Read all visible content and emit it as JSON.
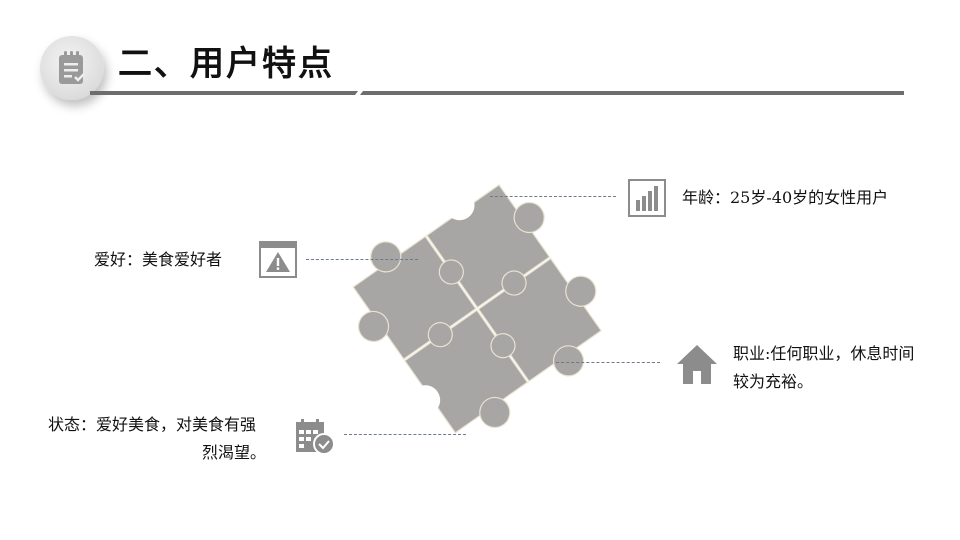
{
  "header": {
    "title": "二、用户特点",
    "icon": "notepad-check-icon"
  },
  "features": {
    "age": {
      "text": "年龄：25岁-40岁的女性用户",
      "icon": "bar-chart-icon"
    },
    "hobby": {
      "text": "爱好：美食爱好者",
      "icon": "warning-window-icon"
    },
    "job": {
      "line1": "职业:任何职业，休息时间",
      "line2": "较为充裕。",
      "icon": "house-icon"
    },
    "state": {
      "line1": "状态：爱好美食，对美食有强",
      "line2": "烈渴望。",
      "icon": "calendar-clock-icon"
    }
  },
  "colors": {
    "icon_gray": "#8c8c8c",
    "puzzle_gray": "#a8a6a4",
    "connector": "#6b7a8c"
  }
}
